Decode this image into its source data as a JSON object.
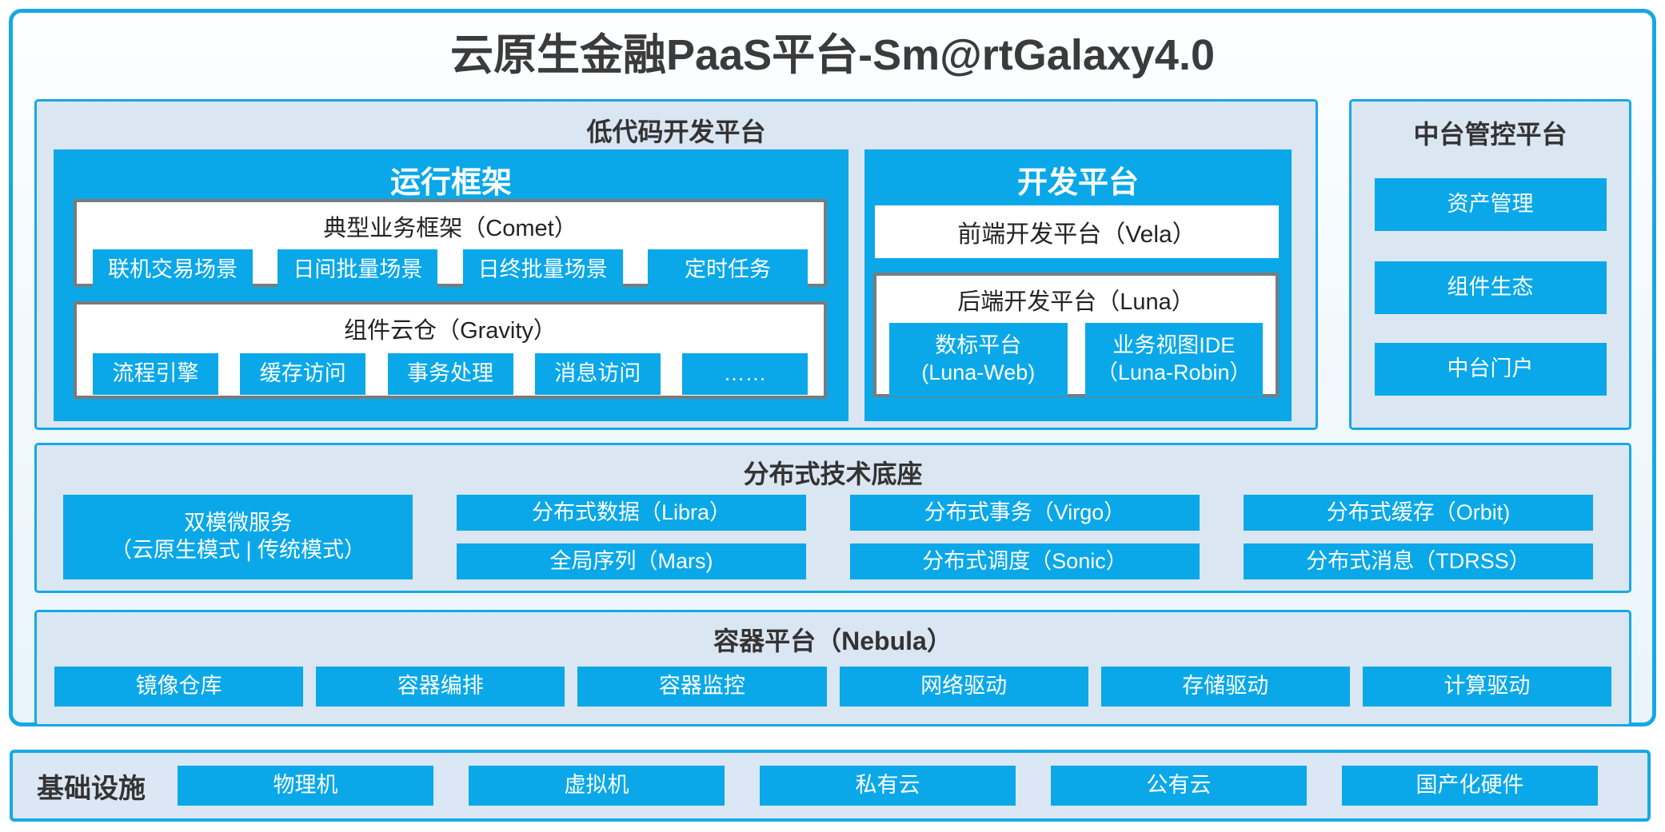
{
  "title": "云原生金融PaaS平台-Sm@rtGalaxy4.0",
  "colors": {
    "primary_blue": "#0aa8e8",
    "section_background": "#dbe6f3",
    "frame_border": "#17a8e3",
    "gray_box_border": "#7b7b7b"
  },
  "low_code": {
    "title": "低代码开发平台",
    "runtime": {
      "title": "运行框架",
      "comet": {
        "title": "典型业务框架（Comet）",
        "items": [
          "联机交易场景",
          "日间批量场景",
          "日终批量场景",
          "定时任务"
        ]
      },
      "gravity": {
        "title": "组件云仓（Gravity）",
        "items": [
          "流程引擎",
          "缓存访问",
          "事务处理",
          "消息访问",
          "……"
        ]
      }
    },
    "dev": {
      "title": "开发平台",
      "vela": "前端开发平台（Vela）",
      "luna": {
        "title": "后端开发平台（Luna）",
        "items": [
          {
            "line1": "数标平台",
            "line2": "(Luna-Web)"
          },
          {
            "line1": "业务视图IDE",
            "line2": "（Luna-Robin）"
          }
        ]
      }
    }
  },
  "mid_platform": {
    "title": "中台管控平台",
    "items": [
      "资产管理",
      "组件生态",
      "中台门户"
    ]
  },
  "distributed": {
    "title": "分布式技术底座",
    "dual_mode": {
      "line1": "双模微服务",
      "line2": "（云原生模式 | 传统模式）"
    },
    "row1": [
      "分布式数据（Libra）",
      "分布式事务（Virgo）",
      "分布式缓存（Orbit)"
    ],
    "row2": [
      "全局序列（Mars)",
      "分布式调度（Sonic）",
      "分布式消息（TDRSS）"
    ]
  },
  "container_platform": {
    "title": "容器平台（Nebula）",
    "items": [
      "镜像仓库",
      "容器编排",
      "容器监控",
      "网络驱动",
      "存储驱动",
      "计算驱动"
    ]
  },
  "infrastructure": {
    "title": "基础设施",
    "items": [
      "物理机",
      "虚拟机",
      "私有云",
      "公有云",
      "国产化硬件"
    ]
  }
}
